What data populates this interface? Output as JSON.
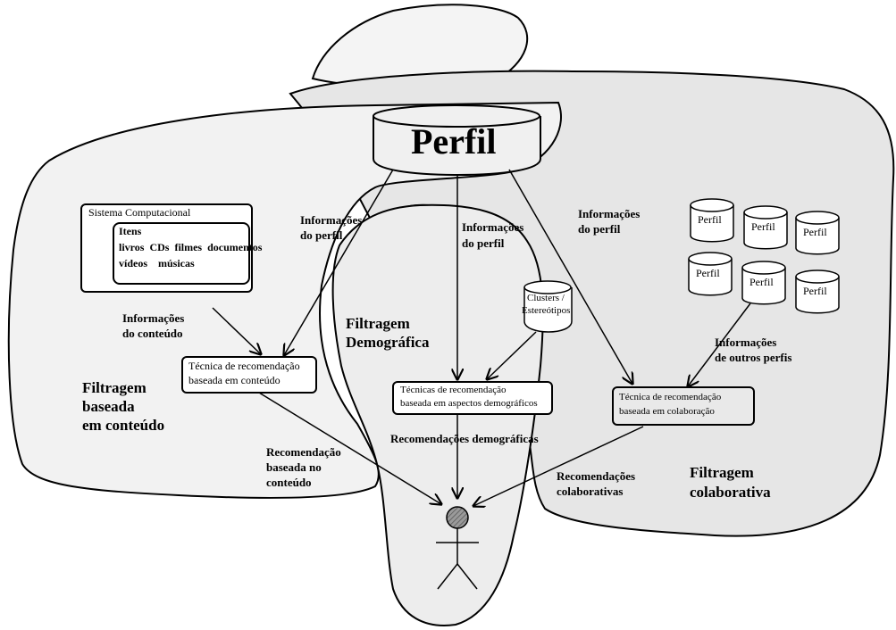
{
  "profile": {
    "label": "Perfil"
  },
  "content_filtering": {
    "region_label": [
      "Filtragem",
      "baseada",
      "em conteúdo"
    ],
    "system_box": {
      "title": "Sistema Computacional",
      "items_title": "Itens",
      "items_line1": "livros  CDs  filmes  documentos",
      "items_line2": "vídeos    músicas"
    },
    "content_info": [
      "Informações",
      "do conteúdo"
    ],
    "profile_info": [
      "Informações",
      "do perfil"
    ],
    "technique": [
      "Técnica de recomendação",
      "baseada em conteúdo"
    ],
    "recommendation": [
      "Recomendação",
      "baseada no",
      "conteúdo"
    ]
  },
  "demographic_filtering": {
    "region_label": [
      "Filtragem",
      "Demográfica"
    ],
    "profile_info": [
      "Informações",
      "do perfil"
    ],
    "clusters": [
      "Clusters /",
      "Estereótipos"
    ],
    "technique": [
      "Técnicas de recomendação",
      "baseada em aspectos demográficos"
    ],
    "recommendation": "Recomendações demográficas"
  },
  "collaborative_filtering": {
    "region_label": [
      "Filtragem",
      "colaborativa"
    ],
    "profile_info": [
      "Informações",
      "do perfil"
    ],
    "other_profiles": [
      "Perfil",
      "Perfil",
      "Perfil",
      "Perfil",
      "Perfil",
      "Perfil"
    ],
    "other_info": [
      "Informações",
      "de outros perfis"
    ],
    "technique": [
      "Técnica de recomendação",
      "baseada em colaboração"
    ],
    "recommendation": [
      "Recomendações",
      "colaborativas"
    ]
  },
  "colors": {
    "region_fill": "#f2f2f2",
    "region_dark_fill": "#e4e4e4",
    "stroke": "#000000",
    "user_head": "#777777"
  }
}
